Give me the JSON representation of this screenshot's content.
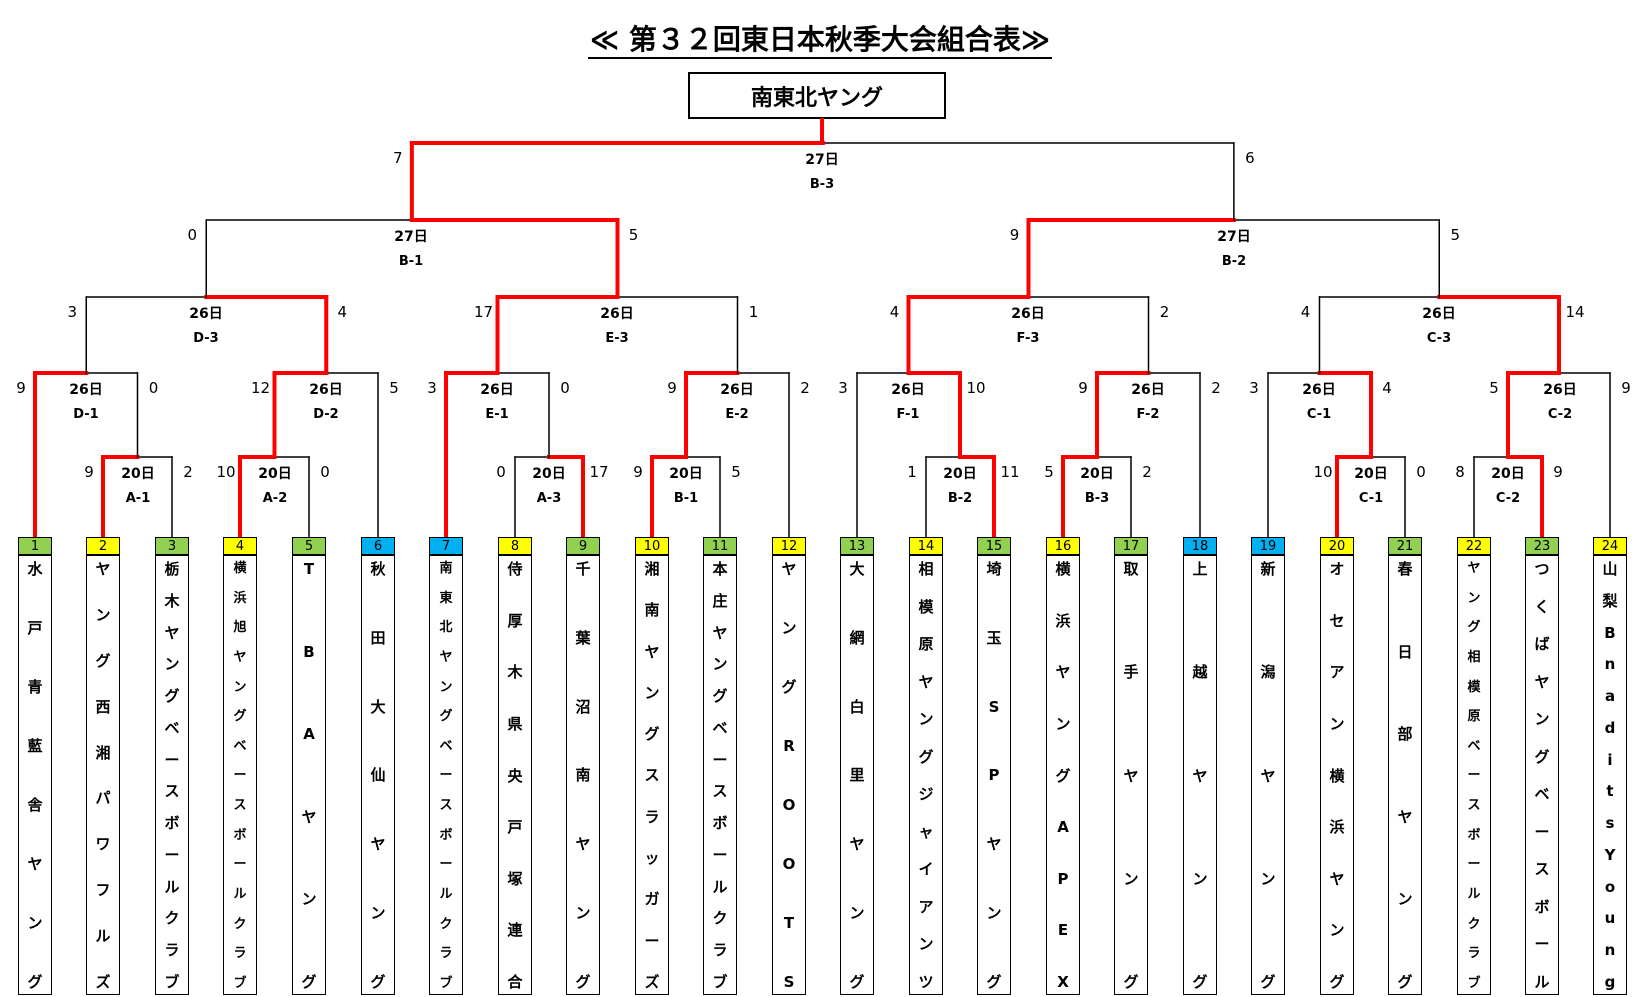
{
  "title": "≪ 第３２回東日本秋季大会組合表≫",
  "winner": "南東北ヤング",
  "colors": {
    "winner_path": "#ff0000",
    "line": "#000000",
    "green": "#92d050",
    "yellow": "#ffff00",
    "blue": "#00b0f0"
  },
  "teams": [
    {
      "no": "1",
      "name": "水戸青藍舎ヤング",
      "color": "green"
    },
    {
      "no": "2",
      "name": "ヤング西湘パワフルズ",
      "color": "yellow"
    },
    {
      "no": "3",
      "name": "栃木ヤングベースボールクラブ",
      "color": "green"
    },
    {
      "no": "4",
      "name": "横浜旭ヤングベースボールクラブ",
      "color": "yellow"
    },
    {
      "no": "5",
      "name": "TBAヤング",
      "color": "green"
    },
    {
      "no": "6",
      "name": "秋田大仙ヤング",
      "color": "blue"
    },
    {
      "no": "7",
      "name": "南東北ヤングベースボールクラブ",
      "color": "blue"
    },
    {
      "no": "8",
      "name": "侍厚木県央戸塚連合",
      "color": "yellow"
    },
    {
      "no": "9",
      "name": "千葉沼南ヤング",
      "color": "green"
    },
    {
      "no": "10",
      "name": "湘南ヤングスラッガーズ",
      "color": "yellow"
    },
    {
      "no": "11",
      "name": "本庄ヤングベースボールクラブ",
      "color": "green"
    },
    {
      "no": "12",
      "name": "ヤングROOTS",
      "color": "yellow"
    },
    {
      "no": "13",
      "name": "大網白里ヤング",
      "color": "green"
    },
    {
      "no": "14",
      "name": "相模原ヤングジャイアンツ",
      "color": "yellow"
    },
    {
      "no": "15",
      "name": "埼玉SPヤング",
      "color": "green"
    },
    {
      "no": "16",
      "name": "横浜ヤングAPEX",
      "color": "yellow"
    },
    {
      "no": "17",
      "name": "取手ヤング",
      "color": "green"
    },
    {
      "no": "18",
      "name": "上越ヤング",
      "color": "blue"
    },
    {
      "no": "19",
      "name": "新潟ヤング",
      "color": "blue"
    },
    {
      "no": "20",
      "name": "オセアン横浜ヤング",
      "color": "yellow"
    },
    {
      "no": "21",
      "name": "春日部ヤング",
      "color": "green"
    },
    {
      "no": "22",
      "name": "ヤング相模原ベースボールクラブ",
      "color": "yellow"
    },
    {
      "no": "23",
      "name": "つくばヤングベースボール",
      "color": "green"
    },
    {
      "no": "24",
      "name": "山梨BnaditsYoung",
      "color": "yellow"
    }
  ],
  "matches": [
    {
      "code": "A-1",
      "date": "20日",
      "score_left": "9",
      "score_right": "2"
    },
    {
      "code": "A-2",
      "date": "20日",
      "score_left": "10",
      "score_right": "0"
    },
    {
      "code": "A-3",
      "date": "20日",
      "score_left": "0",
      "score_right": "17"
    },
    {
      "code": "B-1",
      "date": "20日",
      "score_left": "9",
      "score_right": "5"
    },
    {
      "code": "B-2",
      "date": "20日",
      "score_left": "1",
      "score_right": "11"
    },
    {
      "code": "B-3",
      "date": "20日",
      "score_left": "5",
      "score_right": "2"
    },
    {
      "code": "C-1",
      "date": "20日",
      "score_left": "10",
      "score_right": "0"
    },
    {
      "code": "C-2",
      "date": "20日",
      "score_left": "8",
      "score_right": "9"
    },
    {
      "code": "D-1",
      "date": "26日",
      "score_left": "9",
      "score_right": "0"
    },
    {
      "code": "D-2",
      "date": "26日",
      "score_left": "12",
      "score_right": "5"
    },
    {
      "code": "E-1",
      "date": "26日",
      "score_left": "3",
      "score_right": "0"
    },
    {
      "code": "E-2",
      "date": "26日",
      "score_left": "9",
      "score_right": "2"
    },
    {
      "code": "F-1",
      "date": "26日",
      "score_left": "3",
      "score_right": "10"
    },
    {
      "code": "F-2",
      "date": "26日",
      "score_left": "9",
      "score_right": "2"
    },
    {
      "code": "C-1",
      "date": "26日",
      "score_left": "3",
      "score_right": "4"
    },
    {
      "code": "C-2",
      "date": "26日",
      "score_left": "5",
      "score_right": "9"
    },
    {
      "code": "D-3",
      "date": "26日",
      "score_left": "3",
      "score_right": "4"
    },
    {
      "code": "E-3",
      "date": "26日",
      "score_left": "17",
      "score_right": "1"
    },
    {
      "code": "F-3",
      "date": "26日",
      "score_left": "4",
      "score_right": "2"
    },
    {
      "code": "C-3",
      "date": "26日",
      "score_left": "4",
      "score_right": "14"
    },
    {
      "code": "B-1",
      "date": "27日",
      "score_left": "0",
      "score_right": "5"
    },
    {
      "code": "B-2",
      "date": "27日",
      "score_left": "9",
      "score_right": "5"
    },
    {
      "code": "B-3",
      "date": "27日",
      "score_left": "7",
      "score_right": "6"
    }
  ]
}
